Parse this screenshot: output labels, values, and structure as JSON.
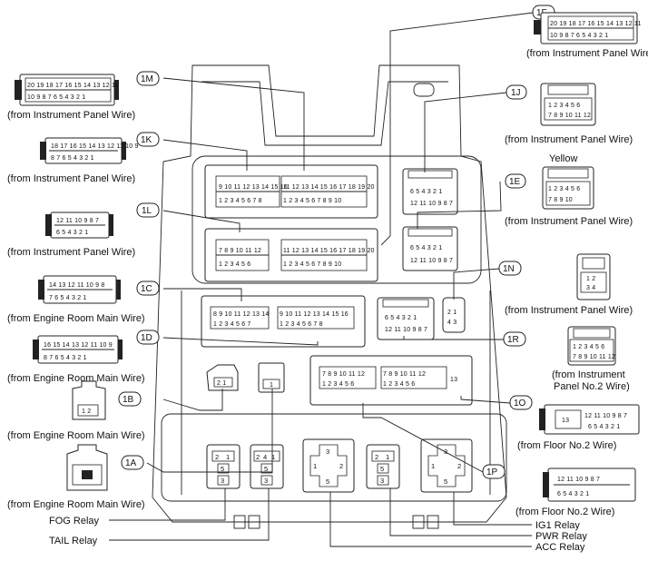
{
  "connectors": {
    "1F": {
      "id": "1F",
      "source": "(from Instrument Panel Wire)",
      "row1": "20 19 18 17 16 15 14 13 12 11",
      "row2": "10 9 8 7 6 5 4 3 2 1"
    },
    "1M": {
      "id": "1M",
      "source": "(from Instrument Panel Wire)",
      "row1": "20 19 18 17 16 15 14 13 12 11",
      "row2": "10 9 8 7 6 5 4 3 2 1"
    },
    "1J": {
      "id": "1J",
      "source": "(from Instrument Panel Wire)",
      "row1": "1 2 3 4 5 6",
      "row2": "7 8 9 10 11 12"
    },
    "1K": {
      "id": "1K",
      "source": "(from Instrument Panel Wire)",
      "row1": "18 17 16 15 14 13 12 11 10 9",
      "row2": "8 7 6 5 4 3 2 1"
    },
    "1E": {
      "id": "1E",
      "source": "(from Instrument Panel Wire)",
      "color": "Yellow",
      "row1": "1 2 3 4 5 6",
      "row2": "7 8 9 10"
    },
    "1L": {
      "id": "1L",
      "source": "(from Instrument Panel Wire)",
      "row1": "12 11 10 9 8 7",
      "row2": "6 5 4 3 2 1"
    },
    "1N": {
      "id": "1N",
      "source": "(from Instrument Panel Wire)",
      "row1": "1 2",
      "row2": "3 4"
    },
    "1C": {
      "id": "1C",
      "source": "(from Engine Room Main Wire)",
      "row1": "14 13 12 11 10 9 8",
      "row2": "7 6 5 4 3 2 1"
    },
    "1D": {
      "id": "1D",
      "source": "(from Engine Room Main Wire)",
      "row1": "16 15 14 13 12 11 10 9",
      "row2": "8 7 6 5 4 3 2 1"
    },
    "1R": {
      "id": "1R",
      "source_line1": "(from Instrument",
      "source_line2": "Panel No.2 Wire)",
      "row1": "1 2 3 4 5 6",
      "row2": "7 8 9 10 11 12"
    },
    "1B": {
      "id": "1B",
      "source": "(from Engine Room Main Wire)",
      "row1": "1 2"
    },
    "1O": {
      "id": "1O",
      "source": "(from Floor No.2 Wire)",
      "row1": "12 11 10 9 8 7",
      "row2": "6 5 4 3 2 1",
      "extra": "13"
    },
    "1A": {
      "id": "1A",
      "source": "(from Engine Room Main Wire)"
    },
    "1P": {
      "id": "1P",
      "source": "(from Floor No.2 Wire)",
      "row1": "12 11 10 9 8 7",
      "row2": "6 5 4 3 2 1"
    }
  },
  "block": {
    "m_left_row1": "9 10 11 12 13 14 15 16",
    "m_left_row2": "1 2 3 4 5 6 7 8",
    "m_right_row1": "11 12 13 14 15 16 17 18 19 20",
    "m_right_row2": "1 2 3 4 5 6 7 8 9 10",
    "l_left_row1": "7 8 9 10 11 12",
    "l_left_row2": "1 2 3 4 5 6",
    "l_right_row1": "11 12 13 14 15 16 17 18 19 20",
    "l_right_row2": "1 2 3 4 5 6 7 8 9 10",
    "c_left_row1": "8 9 10 11 12 13 14",
    "c_left_row2": "1 2 3 4 5 6 7",
    "c_right_row1": "9 10 11 12 13 14 15 16",
    "c_right_row2": "1 2 3 4 5 6 7 8",
    "p_left_row1": "7 8 9 10 11 12",
    "p_left_row2": "1 2 3 4 5 6",
    "p_right_row1": "7 8 9 10 11 12",
    "p_right_row2": "1 2 3 4 5 6",
    "p_extra": "13",
    "f_row1": "6 5 4 3 2 1",
    "f_row2": "12 11 10 9 8 7",
    "j_row1": "6 5 4 3 2 1",
    "j_row2": "12 11 10 9 8 7",
    "r_row1": "6 5 4 3 2 1",
    "r_row2": "12 11 10 9 8 7",
    "n_row1": "2 1",
    "n_row2": "4 3",
    "b_row1": "2 1",
    "b_single": "1"
  },
  "relays": {
    "fog": {
      "label": "FOG Relay",
      "pins": [
        "2",
        "1",
        "5",
        "3"
      ]
    },
    "tail": {
      "label": "TAIL Relay",
      "pins": [
        "2",
        "4",
        "1",
        "5",
        "3"
      ]
    },
    "acc": {
      "label": "ACC Relay",
      "pins": [
        "3",
        "1",
        "2",
        "5"
      ]
    },
    "pwr": {
      "label": "PWR Relay",
      "pins": [
        "2",
        "1",
        "5",
        "3"
      ]
    },
    "ig1": {
      "label": "IG1 Relay",
      "pins": [
        "3",
        "1",
        "2",
        "5"
      ]
    }
  }
}
